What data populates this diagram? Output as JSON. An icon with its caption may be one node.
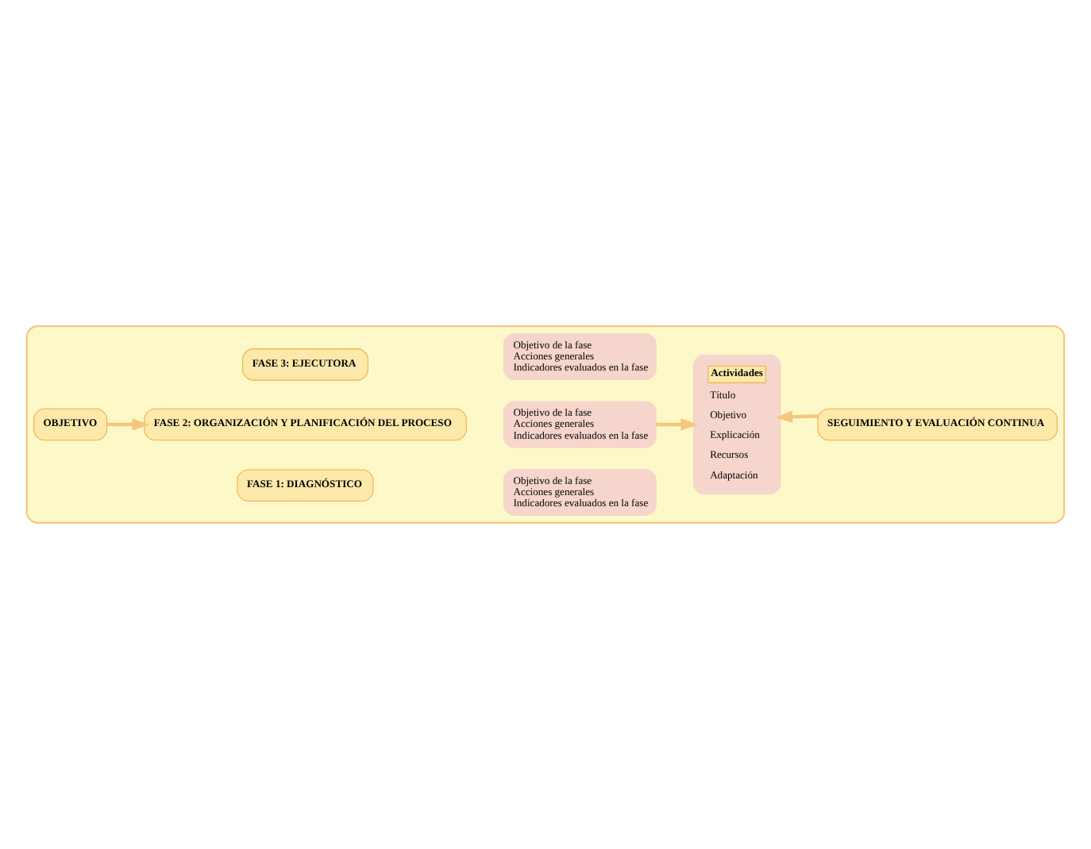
{
  "diagram": {
    "nodes": [
      {
        "text": [],
        "shape": "box"
      },
      {
        "text": [
          "OBJETIVO"
        ],
        "in": 0
      },
      {
        "text": [
          "FASE 1: DIAGNÓSTICO"
        ],
        "in": 0
      },
      {
        "text": [
          "Objetivo de la fase",
          "Acciones generales",
          "Indicadores evaluados en la fase"
        ],
        "in": 0
      },
      {
        "text": [
          "FASE 2: ORGANIZACIÓN Y PLANIFICACIÓN DEL PROCESO"
        ],
        "in": 0
      },
      {
        "text": [
          "Objetivo de la fase",
          "Acciones generales",
          "Indicadores evaluados en la fase"
        ],
        "in": 0
      },
      {
        "text": [
          "FASE 3: EJECUTORA"
        ],
        "in": 0
      },
      {
        "text": [
          "Objetivo de la fase",
          "Acciones generales",
          "Indicadores evaluados en la fase"
        ],
        "in": 0
      },
      {
        "text": [
          "Actividades",
          "Título",
          "Objetivo",
          "Explicación",
          "Recursos",
          "Adaptación"
        ],
        "in": 0
      },
      {
        "text": [
          "SEGUIMIENTO Y EVALUACIÓN CONTINUA"
        ],
        "in": 0
      }
    ],
    "edges": [
      {
        "from": 1,
        "to": 4,
        "arrow": "to"
      },
      {
        "from": 5,
        "to": 8,
        "arrow": "to"
      },
      {
        "from": 9,
        "to": 8,
        "arrow": "to"
      }
    ]
  }
}
